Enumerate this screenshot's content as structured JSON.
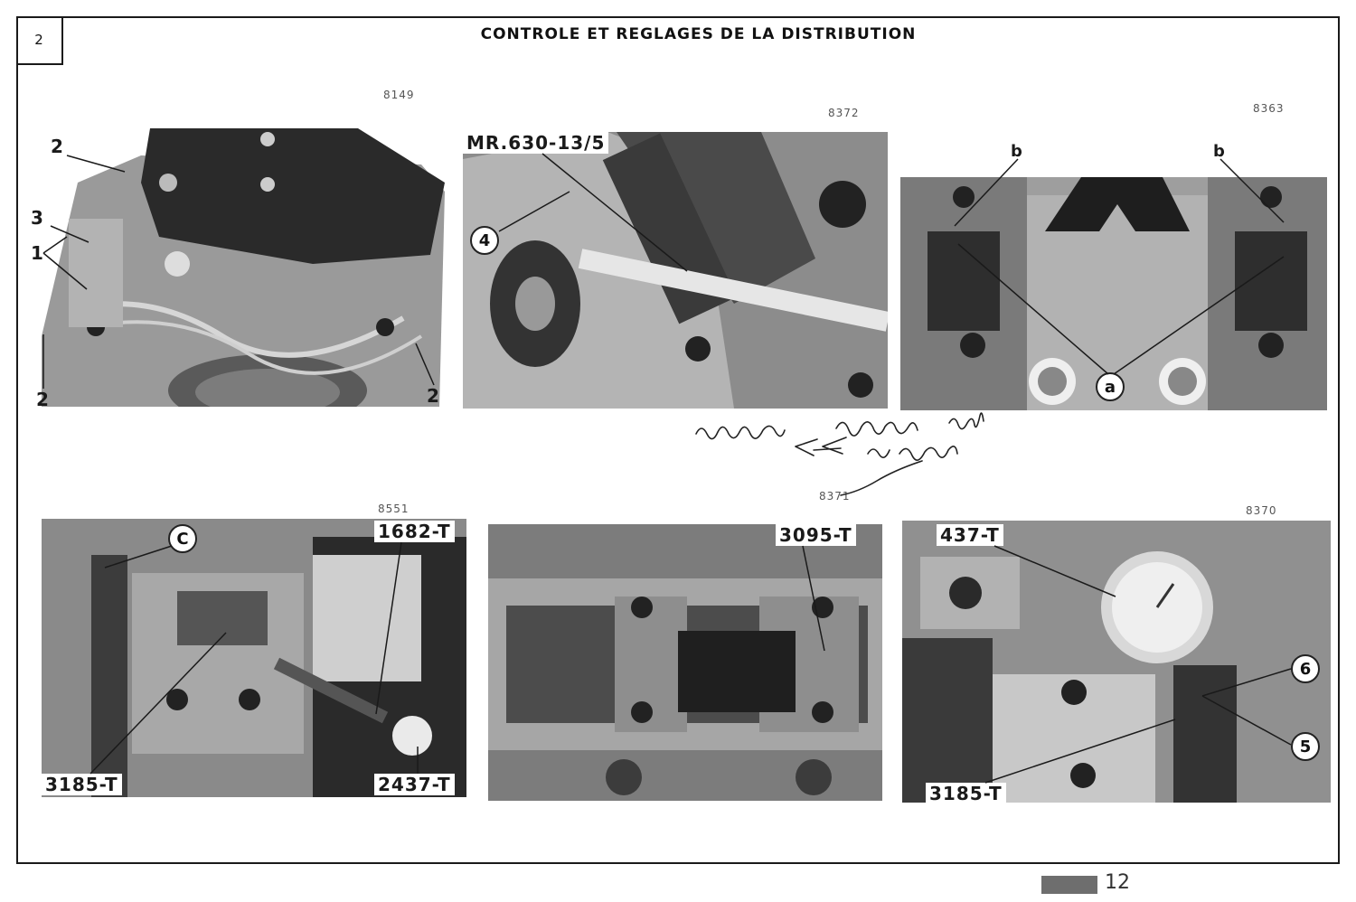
{
  "header": {
    "section_number": "2",
    "title": "CONTROLE ET REGLAGES DE LA DISTRIBUTION"
  },
  "photos": [
    {
      "number": "8149",
      "labels": [
        "2",
        "3",
        "1",
        "2",
        "2"
      ]
    },
    {
      "number": "8372",
      "labels": [
        "MR.630-13/5",
        "4"
      ]
    },
    {
      "number": "8363",
      "labels": [
        "b",
        "b",
        "a"
      ]
    },
    {
      "number": "8551",
      "labels": [
        "C",
        "1682-T",
        "3185-T",
        "2437-T"
      ]
    },
    {
      "number": "8371",
      "labels": [
        "3095-T"
      ]
    },
    {
      "number": "8370",
      "labels": [
        "437-T",
        "6",
        "5",
        "3185-T"
      ]
    }
  ],
  "footer": {
    "page_number": "12"
  }
}
